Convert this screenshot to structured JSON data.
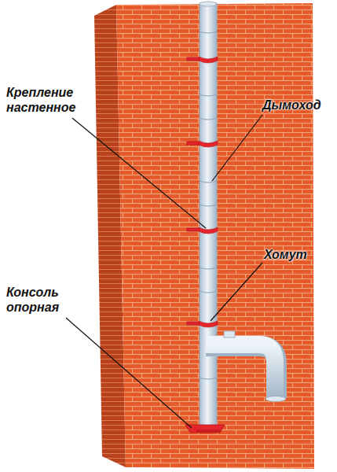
{
  "diagram": {
    "labels": [
      "Крепление настенное",
      "Дымоход",
      "Хомут",
      "Консоль опорная"
    ]
  }
}
